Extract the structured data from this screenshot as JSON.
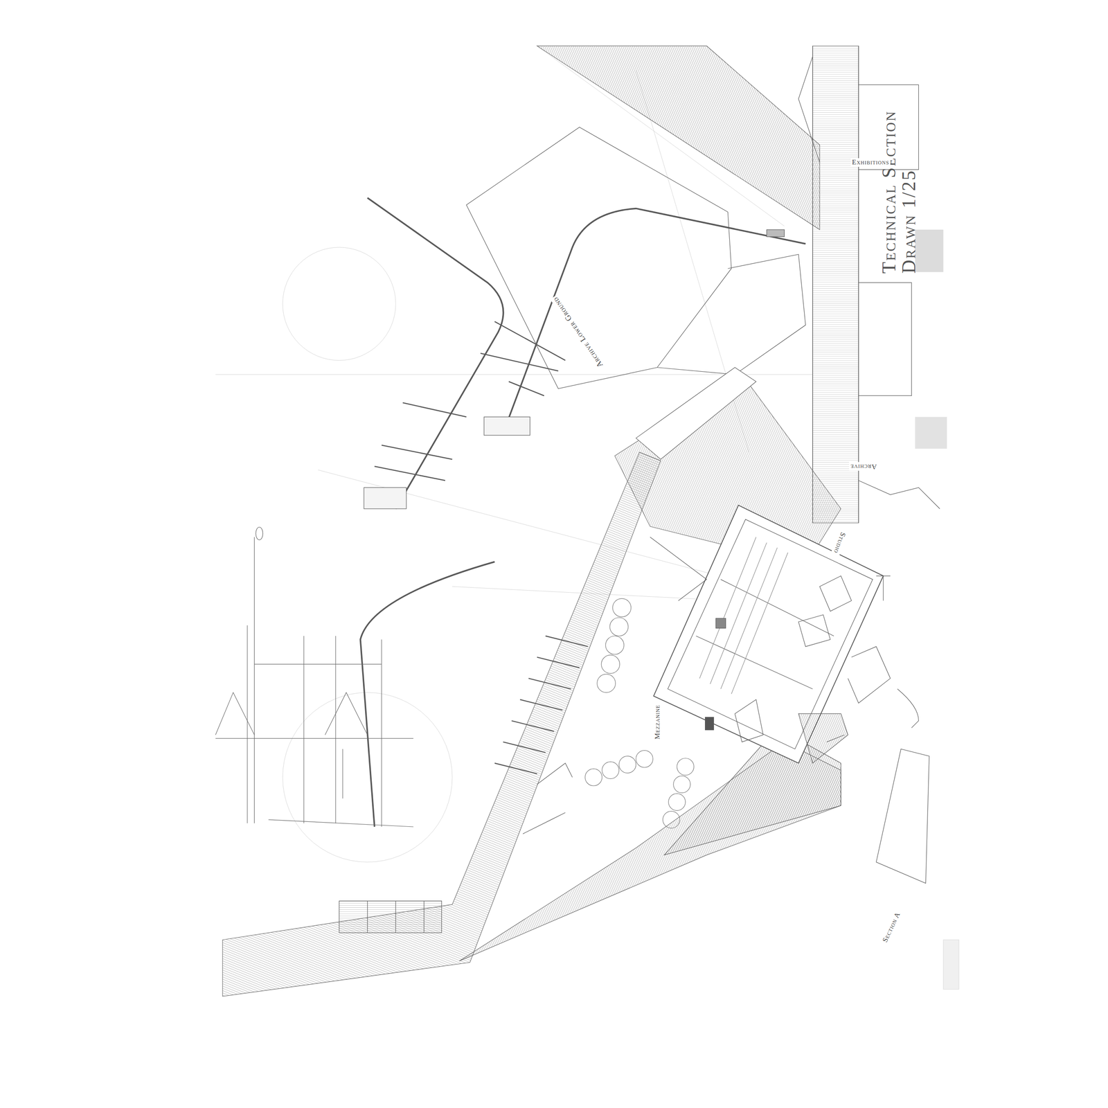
{
  "diagram": {
    "title": "Technical Section Drawn 1/25",
    "labels": [
      "Exhibitions",
      "Archive Lower Ground",
      "Archive",
      "Studio",
      "Mezzanine",
      "Section A"
    ]
  }
}
